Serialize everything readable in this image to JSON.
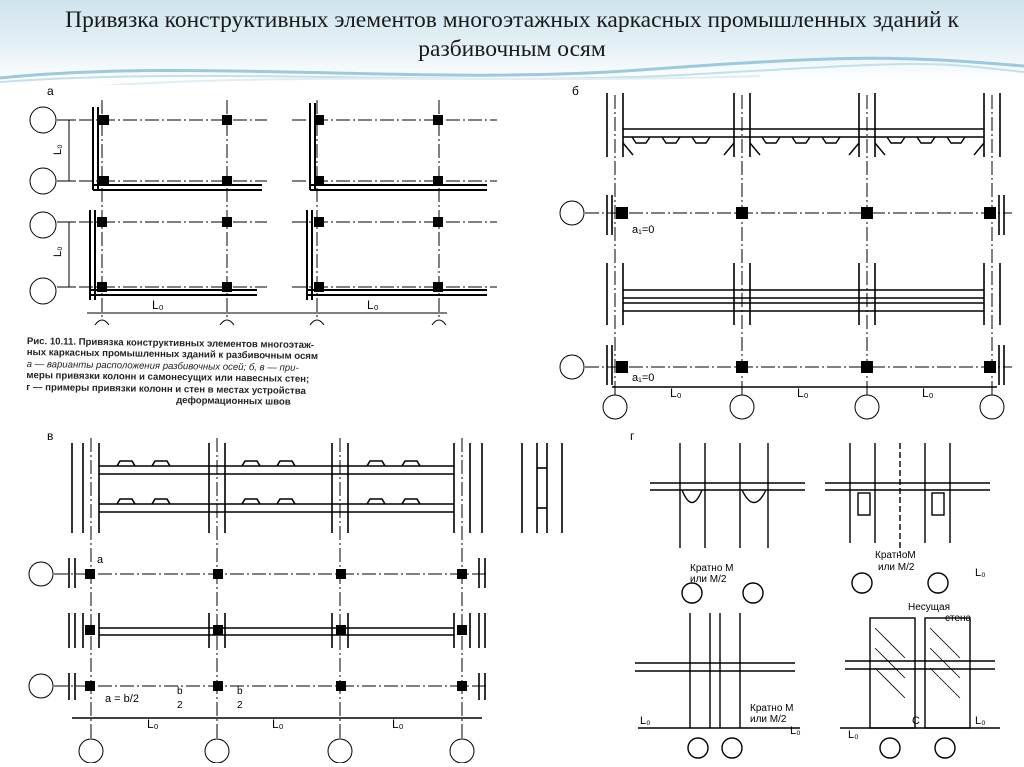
{
  "slide": {
    "title": "Привязка конструктивных элементов многоэтажных каркасных промышленных зданий к разбивочным осям"
  },
  "figure": {
    "panel_a": {
      "letter": "а",
      "dim_lo": "L₀",
      "dim_lo_vertical": "L₀"
    },
    "panel_b": {
      "letter": "б",
      "a1_label": "a₁=0",
      "dim_lo": "L₀"
    },
    "panel_v": {
      "letter": "в",
      "a_label": "a",
      "eq_label": "a = b/2",
      "frac_num": "b",
      "frac_den": "2",
      "dim_lo": "L₀"
    },
    "panel_g": {
      "letter": "г",
      "note_multiple_1": "Кратно М",
      "note_or_1": "или М/2",
      "note_multiple_2": "КратноМ",
      "note_or_2": "или М/2",
      "note_multiple_3": "Кратно М",
      "note_or_3": "или  М/2",
      "bearing_wall_1": "Несущая",
      "bearing_wall_2": "стена",
      "dim_lo": "L₀",
      "dim_c": "С"
    },
    "caption": {
      "line1": "Рис. 10.11. Привязка конструктивных элементов многоэтаж-",
      "line2": "ных каркасных промышленных зданий к разбивочным осям",
      "line3": "а — варианты расположения разбивочных осей; б, в — при-",
      "line4": "меры привязки колонн и самонесущих или навесных стен;",
      "line5": "г — примеры привязки колонн и стен в местах устройства",
      "line6": "деформационных швов"
    }
  }
}
